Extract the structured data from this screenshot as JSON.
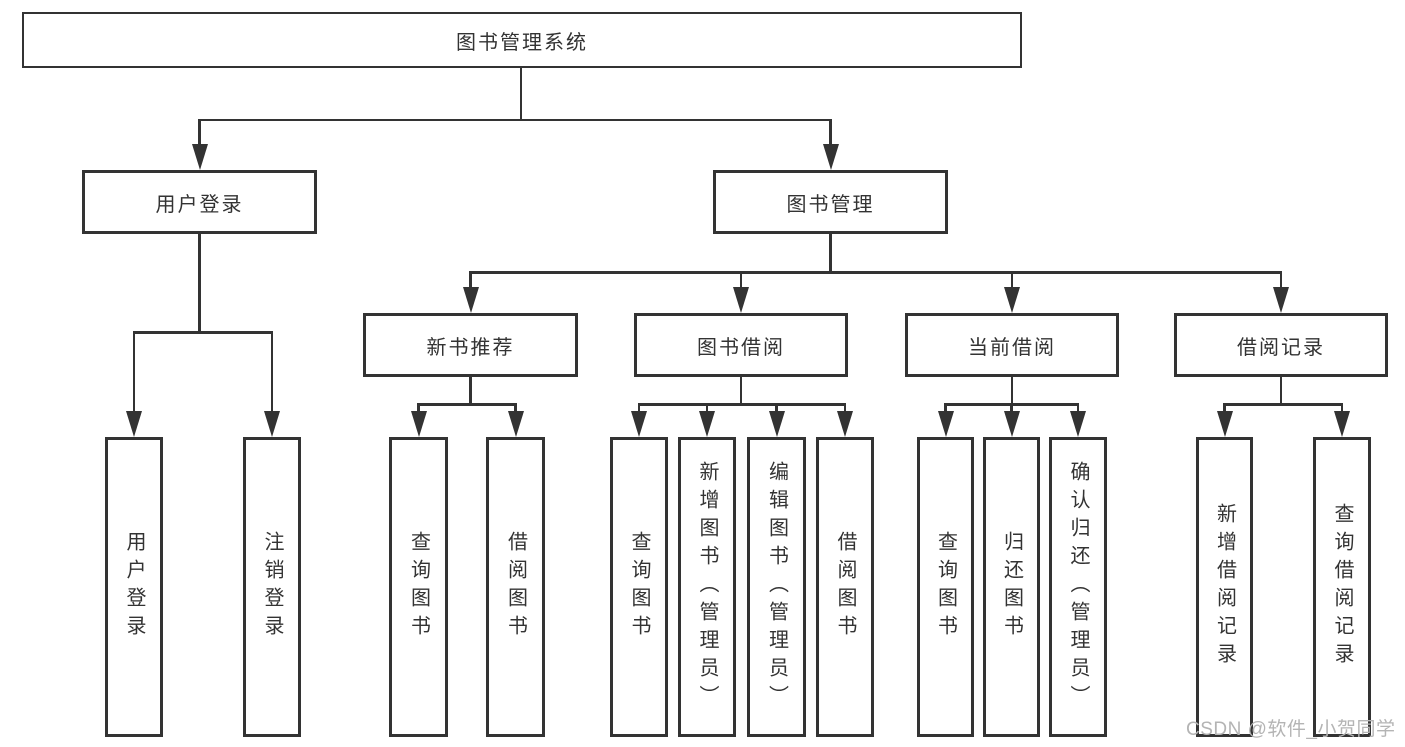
{
  "diagram_type": "function-structure-tree",
  "colors": {
    "line": "#333333",
    "box_border": "#333333",
    "box_background": "#ffffff",
    "text": "#333333",
    "watermark": "#b4b4b4",
    "background": "#ffffff"
  },
  "tree": {
    "label": "图书管理系统",
    "children": [
      {
        "label": "用户登录",
        "children": [
          {
            "label": "用户登录"
          },
          {
            "label": "注销登录"
          }
        ]
      },
      {
        "label": "图书管理",
        "children": [
          {
            "label": "新书推荐",
            "children": [
              {
                "label": "查询图书"
              },
              {
                "label": "借阅图书"
              }
            ]
          },
          {
            "label": "图书借阅",
            "children": [
              {
                "label": "查询图书"
              },
              {
                "label": "新增图书（管理员）"
              },
              {
                "label": "编辑图书（管理员）"
              },
              {
                "label": "借阅图书"
              }
            ]
          },
          {
            "label": "当前借阅",
            "children": [
              {
                "label": "查询图书"
              },
              {
                "label": "归还图书"
              },
              {
                "label": "确认归还（管理员）"
              }
            ]
          },
          {
            "label": "借阅记录",
            "children": [
              {
                "label": "新增借阅记录"
              },
              {
                "label": "查询借阅记录"
              }
            ]
          }
        ]
      }
    ]
  },
  "watermark": {
    "text": "CSDN @软件_小贺同学"
  }
}
